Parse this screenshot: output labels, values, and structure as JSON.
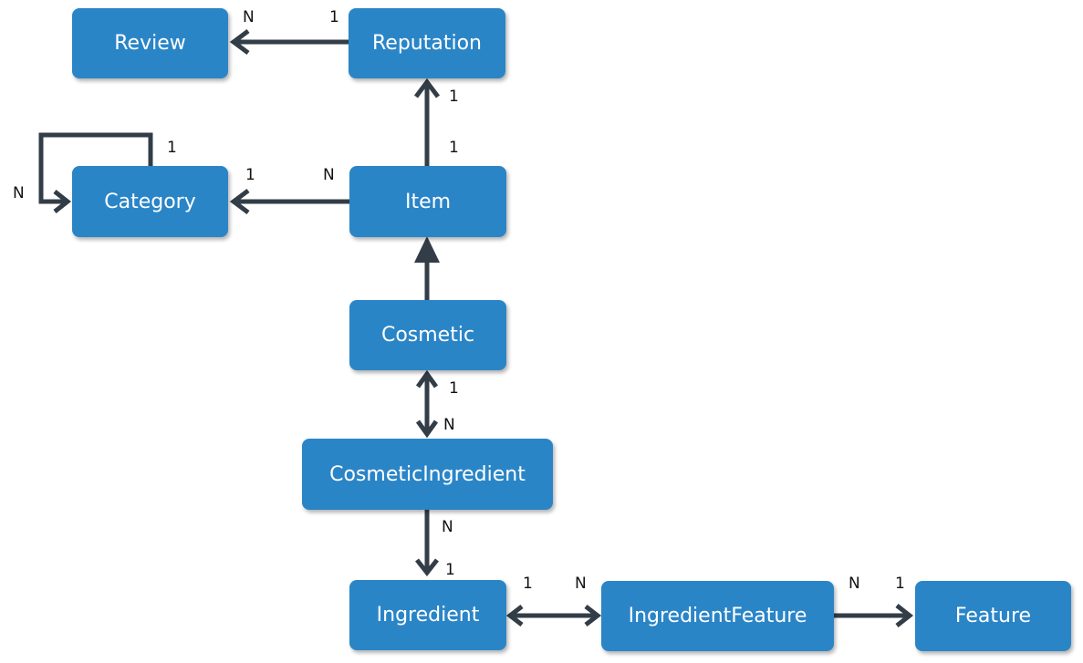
{
  "colors": {
    "node_fill": "#2a85c7",
    "node_text": "#ffffff",
    "connector": "#333d47",
    "label_text": "#111111"
  },
  "nodes": {
    "review": "Review",
    "reputation": "Reputation",
    "category": "Category",
    "item": "Item",
    "cosmetic": "Cosmetic",
    "cosmetic_ingredient": "CosmeticIngredient",
    "ingredient": "Ingredient",
    "ingredient_feature": "IngredientFeature",
    "feature": "Feature"
  },
  "relationships": [
    {
      "from": "Reputation",
      "to": "Review",
      "type": "association",
      "from_card": "1",
      "to_card": "N"
    },
    {
      "from": "Item",
      "to": "Reputation",
      "type": "association",
      "from_card": "1",
      "to_card": "1"
    },
    {
      "from": "Item",
      "to": "Category",
      "type": "association",
      "from_card": "N",
      "to_card": "1"
    },
    {
      "from": "Category",
      "to": "Category",
      "type": "self-association",
      "from_card": "1",
      "to_card": "N"
    },
    {
      "from": "Cosmetic",
      "to": "Item",
      "type": "inheritance"
    },
    {
      "from": "Cosmetic",
      "to": "CosmeticIngredient",
      "type": "bidirectional",
      "from_card": "1",
      "to_card": "N"
    },
    {
      "from": "CosmeticIngredient",
      "to": "Ingredient",
      "type": "association",
      "from_card": "N",
      "to_card": "1"
    },
    {
      "from": "Ingredient",
      "to": "IngredientFeature",
      "type": "bidirectional",
      "from_card": "1",
      "to_card": "N"
    },
    {
      "from": "IngredientFeature",
      "to": "Feature",
      "type": "association",
      "from_card": "N",
      "to_card": "1"
    }
  ],
  "cardinalities": {
    "review_reputation_n": "N",
    "review_reputation_1": "1",
    "reputation_item_top": "1",
    "reputation_item_bottom": "1",
    "category_self_1": "1",
    "category_self_n": "N",
    "category_item_1": "1",
    "category_item_n": "N",
    "cosmetic_ci_1": "1",
    "cosmetic_ci_n": "N",
    "ci_ingredient_n": "N",
    "ci_ingredient_1": "1",
    "ingredient_if_1": "1",
    "ingredient_if_n": "N",
    "if_feature_n": "N",
    "if_feature_1": "1"
  }
}
